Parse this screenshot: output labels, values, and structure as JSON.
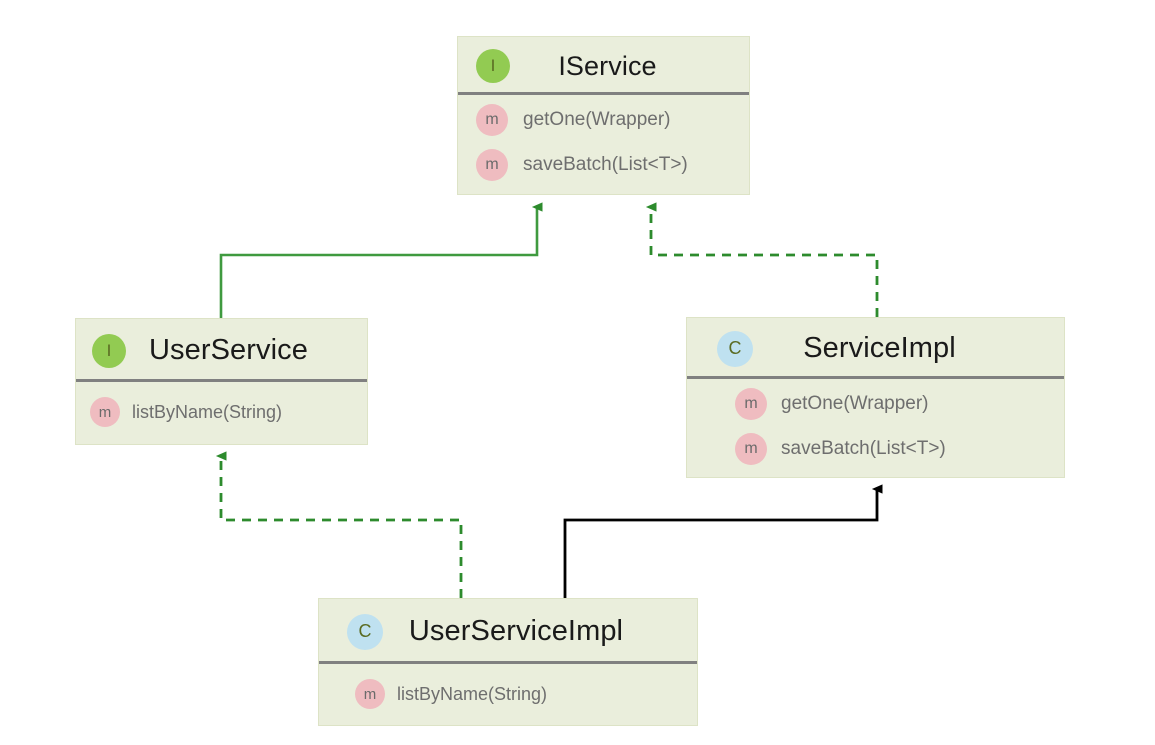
{
  "diagram": {
    "type": "uml-class-diagram",
    "background_color": "#ffffff",
    "box_fill_color": "#eaeedc",
    "divider_color": "#808080",
    "interface_badge_color": "#92cb52",
    "class_badge_color": "#bfe1f0",
    "method_badge_color": "#efbcc0",
    "implements_edge_color": "#2d8b2d",
    "extends_edge_color": "#000000"
  },
  "boxes": [
    {
      "id": "iservice",
      "title": "IService",
      "stereotype": "I",
      "stereotype_name": "interface",
      "members": [
        {
          "kind": "m",
          "label": "getOne(Wrapper)"
        },
        {
          "kind": "m",
          "label": "saveBatch(List<T>)"
        }
      ]
    },
    {
      "id": "userservice",
      "title": "UserService",
      "stereotype": "I",
      "stereotype_name": "interface",
      "members": [
        {
          "kind": "m",
          "label": "listByName(String)"
        }
      ]
    },
    {
      "id": "serviceimpl",
      "title": "ServiceImpl",
      "stereotype": "C",
      "stereotype_name": "class",
      "members": [
        {
          "kind": "m",
          "label": "getOne(Wrapper)"
        },
        {
          "kind": "m",
          "label": "saveBatch(List<T>)"
        }
      ]
    },
    {
      "id": "userserviceimpl",
      "title": "UserServiceImpl",
      "stereotype": "C",
      "stereotype_name": "class",
      "members": [
        {
          "kind": "m",
          "label": "listByName(String)"
        }
      ]
    }
  ],
  "edges": [
    {
      "id": "userservice-to-iservice",
      "from": "UserService",
      "to": "IService",
      "style": "solid",
      "color": "#2d8b2d",
      "relation": "generalization"
    },
    {
      "id": "serviceimpl-to-iservice",
      "from": "ServiceImpl",
      "to": "IService",
      "style": "dashed",
      "color": "#2d8b2d",
      "relation": "realization"
    },
    {
      "id": "userserviceimpl-to-userservice",
      "from": "UserServiceImpl",
      "to": "UserService",
      "style": "dashed",
      "color": "#2d8b2d",
      "relation": "realization"
    },
    {
      "id": "userserviceimpl-to-serviceimpl",
      "from": "UserServiceImpl",
      "to": "ServiceImpl",
      "style": "solid",
      "color": "#000000",
      "relation": "generalization"
    }
  ]
}
